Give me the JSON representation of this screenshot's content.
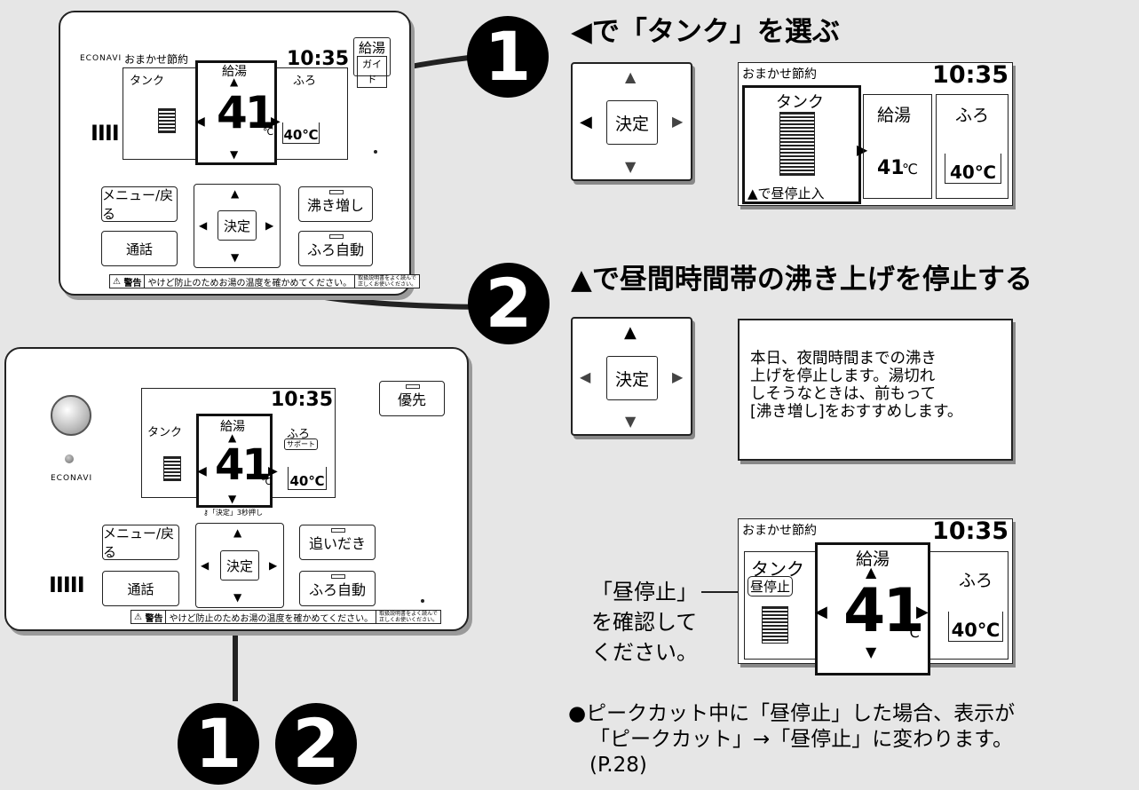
{
  "brand": "ECONAVI",
  "speaker_icon": "IIII",
  "speaker_icon_bottom": "IIIII",
  "lcd": {
    "mode": "おまかせ節約",
    "time": "10:35",
    "tank": "タンク",
    "kyuto": "給湯",
    "furo": "ふろ",
    "temp": "41",
    "unit": "℃",
    "furo_temp": "40℃",
    "support": "サポート",
    "tank_hint": "▲で昼停止入",
    "day_stop": "昼停止"
  },
  "top_remote": {
    "guide_line1": "給湯",
    "guide_line2": "ガイド",
    "menu_back": "メニュー/戻る",
    "call": "通話",
    "boost": "沸き増し",
    "auto_bath": "ふろ自動",
    "decide": "決定"
  },
  "bottom_remote": {
    "priority": "優先",
    "lock_hint": "「決定」3秒押し",
    "menu_back": "メニュー/戻る",
    "call": "通話",
    "reheat": "追いだき",
    "auto_bath": "ふろ自動",
    "decide": "決定"
  },
  "warning": {
    "label": "警告",
    "text": "やけど防止のためお湯の温度を確かめてください。",
    "manual_line1": "取扱説明書をよく読んで",
    "manual_line2": "正しくお使いください。"
  },
  "steps": {
    "one": "1",
    "two": "2",
    "step1_heading": "◀で「タンク」を選ぶ",
    "step2_heading": "▲で昼間時間帯の沸き上げを停止する",
    "message_lines": [
      "本日、夜間時間までの沸き",
      "上げを停止します。湯切れ",
      "しそうなときは、前もって",
      "[沸き増し]をおすすめします。"
    ],
    "confirm_lines": [
      "「昼停止」",
      "を確認して",
      "ください。"
    ]
  },
  "notes": [
    "●ピークカット中に「昼停止」した場合、表示が",
    "「ピークカット」→「昼停止」に変わります。",
    "(P.28)"
  ]
}
